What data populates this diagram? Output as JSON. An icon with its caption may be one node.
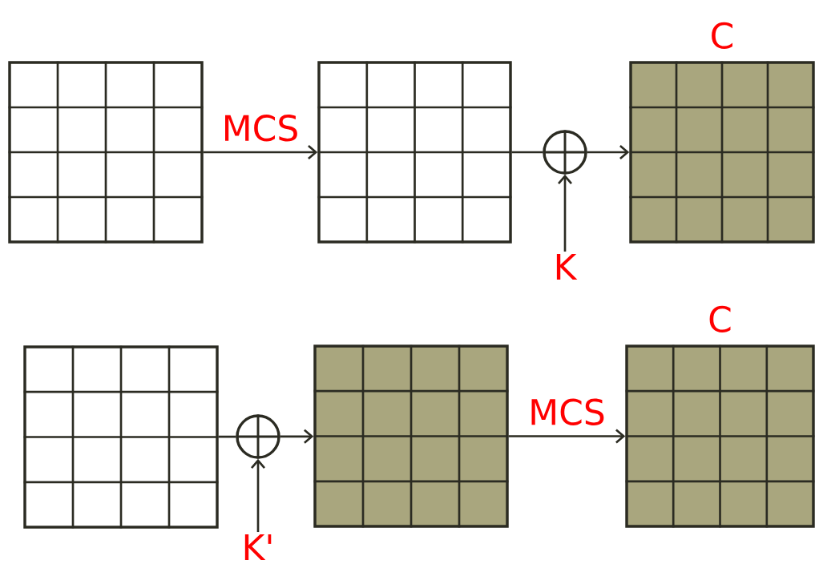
{
  "diagram": {
    "nodes": [
      {
        "text": [],
        "shape": "box"
      },
      {
        "text": [],
        "shape": "box"
      },
      {
        "text": [],
        "shape": "circle"
      },
      {
        "text": [
          "C"
        ]
      },
      {
        "text": [
          "K"
        ]
      },
      {
        "text": [],
        "shape": "box"
      },
      {
        "text": [],
        "shape": "circle"
      },
      {
        "text": [],
        "shape": "box"
      },
      {
        "text": [
          "C"
        ]
      },
      {
        "text": [
          "K'"
        ]
      }
    ],
    "edges": [
      {
        "from": 0,
        "to": 1,
        "arrow": "to",
        "label": "MCS"
      },
      {
        "from": 1,
        "to": 2,
        "arrow": "none"
      },
      {
        "from": 2,
        "to": 3,
        "arrow": "to"
      },
      {
        "from": 4,
        "to": 2,
        "arrow": "to"
      },
      {
        "from": 5,
        "to": 6,
        "arrow": "none"
      },
      {
        "from": 6,
        "to": 7,
        "arrow": "to"
      },
      {
        "from": 9,
        "to": 6,
        "arrow": "to"
      },
      {
        "from": 7,
        "to": 8,
        "arrow": "to",
        "label": "MCS"
      }
    ]
  }
}
